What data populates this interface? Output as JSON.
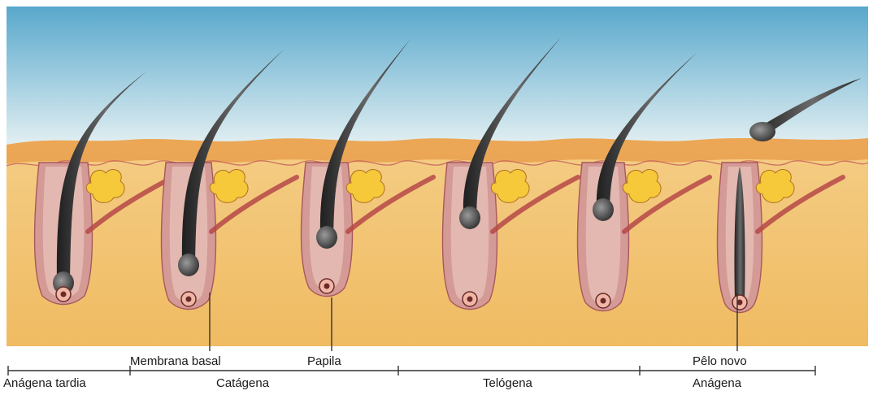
{
  "diagram": {
    "labels": {
      "membrana_basal": "Membrana basal",
      "papila": "Papila",
      "pelo_novo": "Pêlo novo"
    },
    "phases": [
      {
        "key": "anagena_tardia",
        "label": "Anágena tardia"
      },
      {
        "key": "catagena",
        "label": "Catágena"
      },
      {
        "key": "telogena",
        "label": "Telógena"
      },
      {
        "key": "anagena",
        "label": "Anágena"
      }
    ],
    "colors": {
      "sky_top": "#58a8cc",
      "sky_bottom": "#e9f3f5",
      "skin": "#f2c26e",
      "epidermis": "#e69a48",
      "follicle": "#c98f90",
      "hair": "#3a3a3a",
      "gland": "#f5c93a"
    }
  }
}
